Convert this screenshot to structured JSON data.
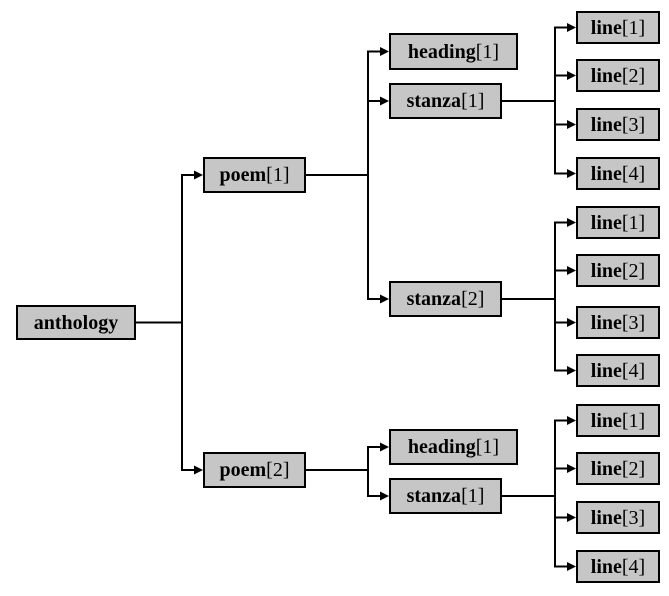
{
  "diagram": {
    "colors": {
      "background": "#ffffff",
      "box_fill": "#c6c6c6",
      "box_border": "#000000",
      "connector": "#000000",
      "text": "#000000"
    },
    "tree": {
      "root": {
        "name": "anthology",
        "index": ""
      },
      "poems": [
        {
          "name": "poem",
          "index": "[1]",
          "heading": {
            "name": "heading",
            "index": "[1]"
          },
          "stanzas": [
            {
              "name": "stanza",
              "index": "[1]",
              "lines": [
                {
                  "name": "line",
                  "index": "[1]"
                },
                {
                  "name": "line",
                  "index": "[2]"
                },
                {
                  "name": "line",
                  "index": "[3]"
                },
                {
                  "name": "line",
                  "index": "[4]"
                }
              ]
            },
            {
              "name": "stanza",
              "index": "[2]",
              "lines": [
                {
                  "name": "line",
                  "index": "[1]"
                },
                {
                  "name": "line",
                  "index": "[2]"
                },
                {
                  "name": "line",
                  "index": "[3]"
                },
                {
                  "name": "line",
                  "index": "[4]"
                }
              ]
            }
          ]
        },
        {
          "name": "poem",
          "index": "[2]",
          "heading": {
            "name": "heading",
            "index": "[1]"
          },
          "stanzas": [
            {
              "name": "stanza",
              "index": "[1]",
              "lines": [
                {
                  "name": "line",
                  "index": "[1]"
                },
                {
                  "name": "line",
                  "index": "[2]"
                },
                {
                  "name": "line",
                  "index": "[3]"
                },
                {
                  "name": "line",
                  "index": "[4]"
                }
              ]
            }
          ]
        }
      ]
    }
  }
}
